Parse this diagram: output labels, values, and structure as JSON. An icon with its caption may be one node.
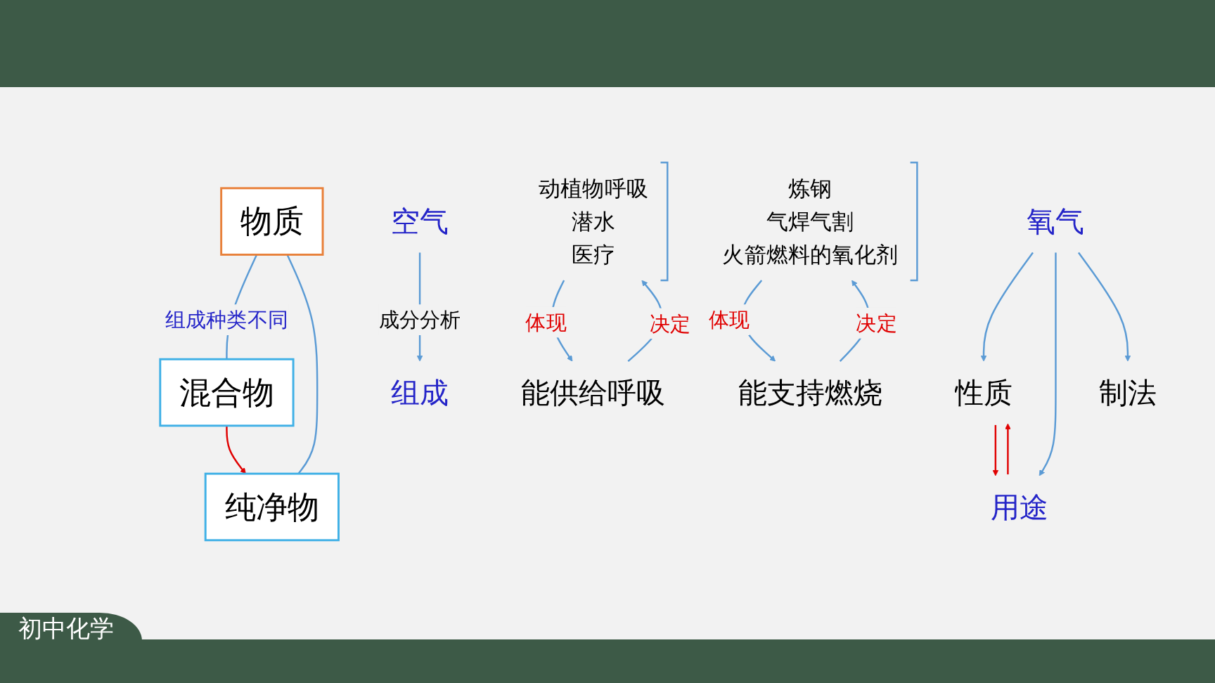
{
  "diagram": {
    "nodes": [
      {
        "text": [
          "物质"
        ]
      },
      {
        "text": [
          "混合物"
        ]
      },
      {
        "text": [
          "纯净物"
        ]
      },
      {
        "text": [
          "空气"
        ]
      },
      {
        "text": [
          "组成"
        ]
      },
      {
        "text": [
          "氧气"
        ]
      },
      {
        "text": [
          "性质"
        ]
      },
      {
        "text": [
          "用途"
        ]
      },
      {
        "text": [
          "制法"
        ]
      },
      {
        "text": [
          "动植物呼吸",
          "潜水",
          "医疗"
        ]
      },
      {
        "text": [
          "能供给呼吸"
        ]
      },
      {
        "text": [
          "炼钢",
          "气焊气割",
          "火箭燃料的氧化剂"
        ]
      },
      {
        "text": [
          "能支持燃烧"
        ]
      }
    ],
    "edges": [
      {
        "from": 0,
        "to": 1,
        "arrow": "none",
        "label": "组成种类不同"
      },
      {
        "from": 0,
        "to": 2,
        "arrow": "none"
      },
      {
        "from": 1,
        "to": 2,
        "arrow": "to",
        "color": "#e00000"
      },
      {
        "from": 3,
        "to": 4,
        "arrow": "to",
        "label": "成分分析"
      },
      {
        "from": 5,
        "to": 6,
        "arrow": "to"
      },
      {
        "from": 5,
        "to": 7,
        "arrow": "to"
      },
      {
        "from": 5,
        "to": 8,
        "arrow": "to"
      },
      {
        "from": 6,
        "to": 7,
        "arrow": "to",
        "color": "#e00000"
      },
      {
        "from": 7,
        "to": 6,
        "arrow": "to",
        "color": "#e00000"
      },
      {
        "from": 10,
        "to": 9,
        "arrow": "to",
        "label": "决定"
      },
      {
        "from": 9,
        "to": 10,
        "arrow": "to",
        "label": "体现"
      },
      {
        "from": 12,
        "to": 11,
        "arrow": "to",
        "label": "决定"
      },
      {
        "from": 11,
        "to": 12,
        "arrow": "to",
        "label": "体现"
      }
    ],
    "labels": [
      "初中化学"
    ]
  }
}
